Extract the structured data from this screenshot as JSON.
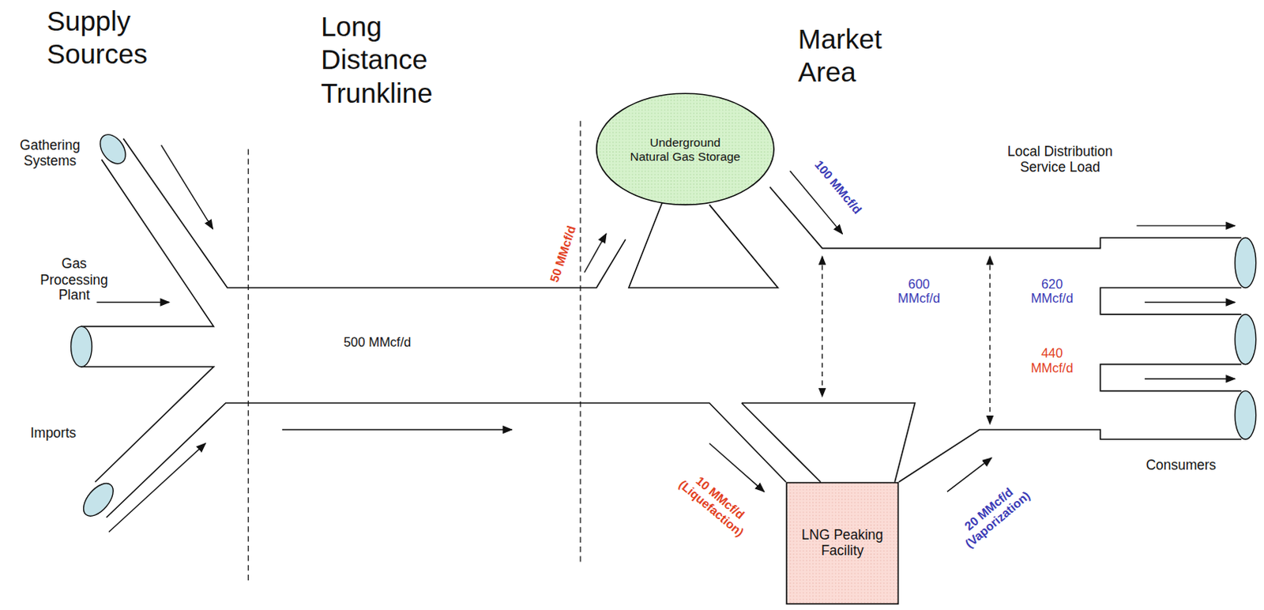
{
  "diagram": {
    "nodes": [
      {
        "text": [
          "Underground Natural Gas Storage"
        ]
      },
      {
        "text": [
          "LNG Peaking Facility"
        ]
      }
    ],
    "labels": [
      "Supply Sources",
      "Long Distance Trunkline",
      "Market Area",
      "Gathering Systems",
      "Gas Processing Plant",
      "Imports",
      "500 MMcf/d",
      "50 MMcf/d",
      "100 MMcf/d",
      "600 MMcf/d",
      "620 MMcf/d",
      "440 MMcf/d",
      "Local Distribution Service Load",
      "Consumers",
      "10 MMcf/d (Liquefaction)",
      "20 MMcf/d (Vaporization)"
    ]
  }
}
